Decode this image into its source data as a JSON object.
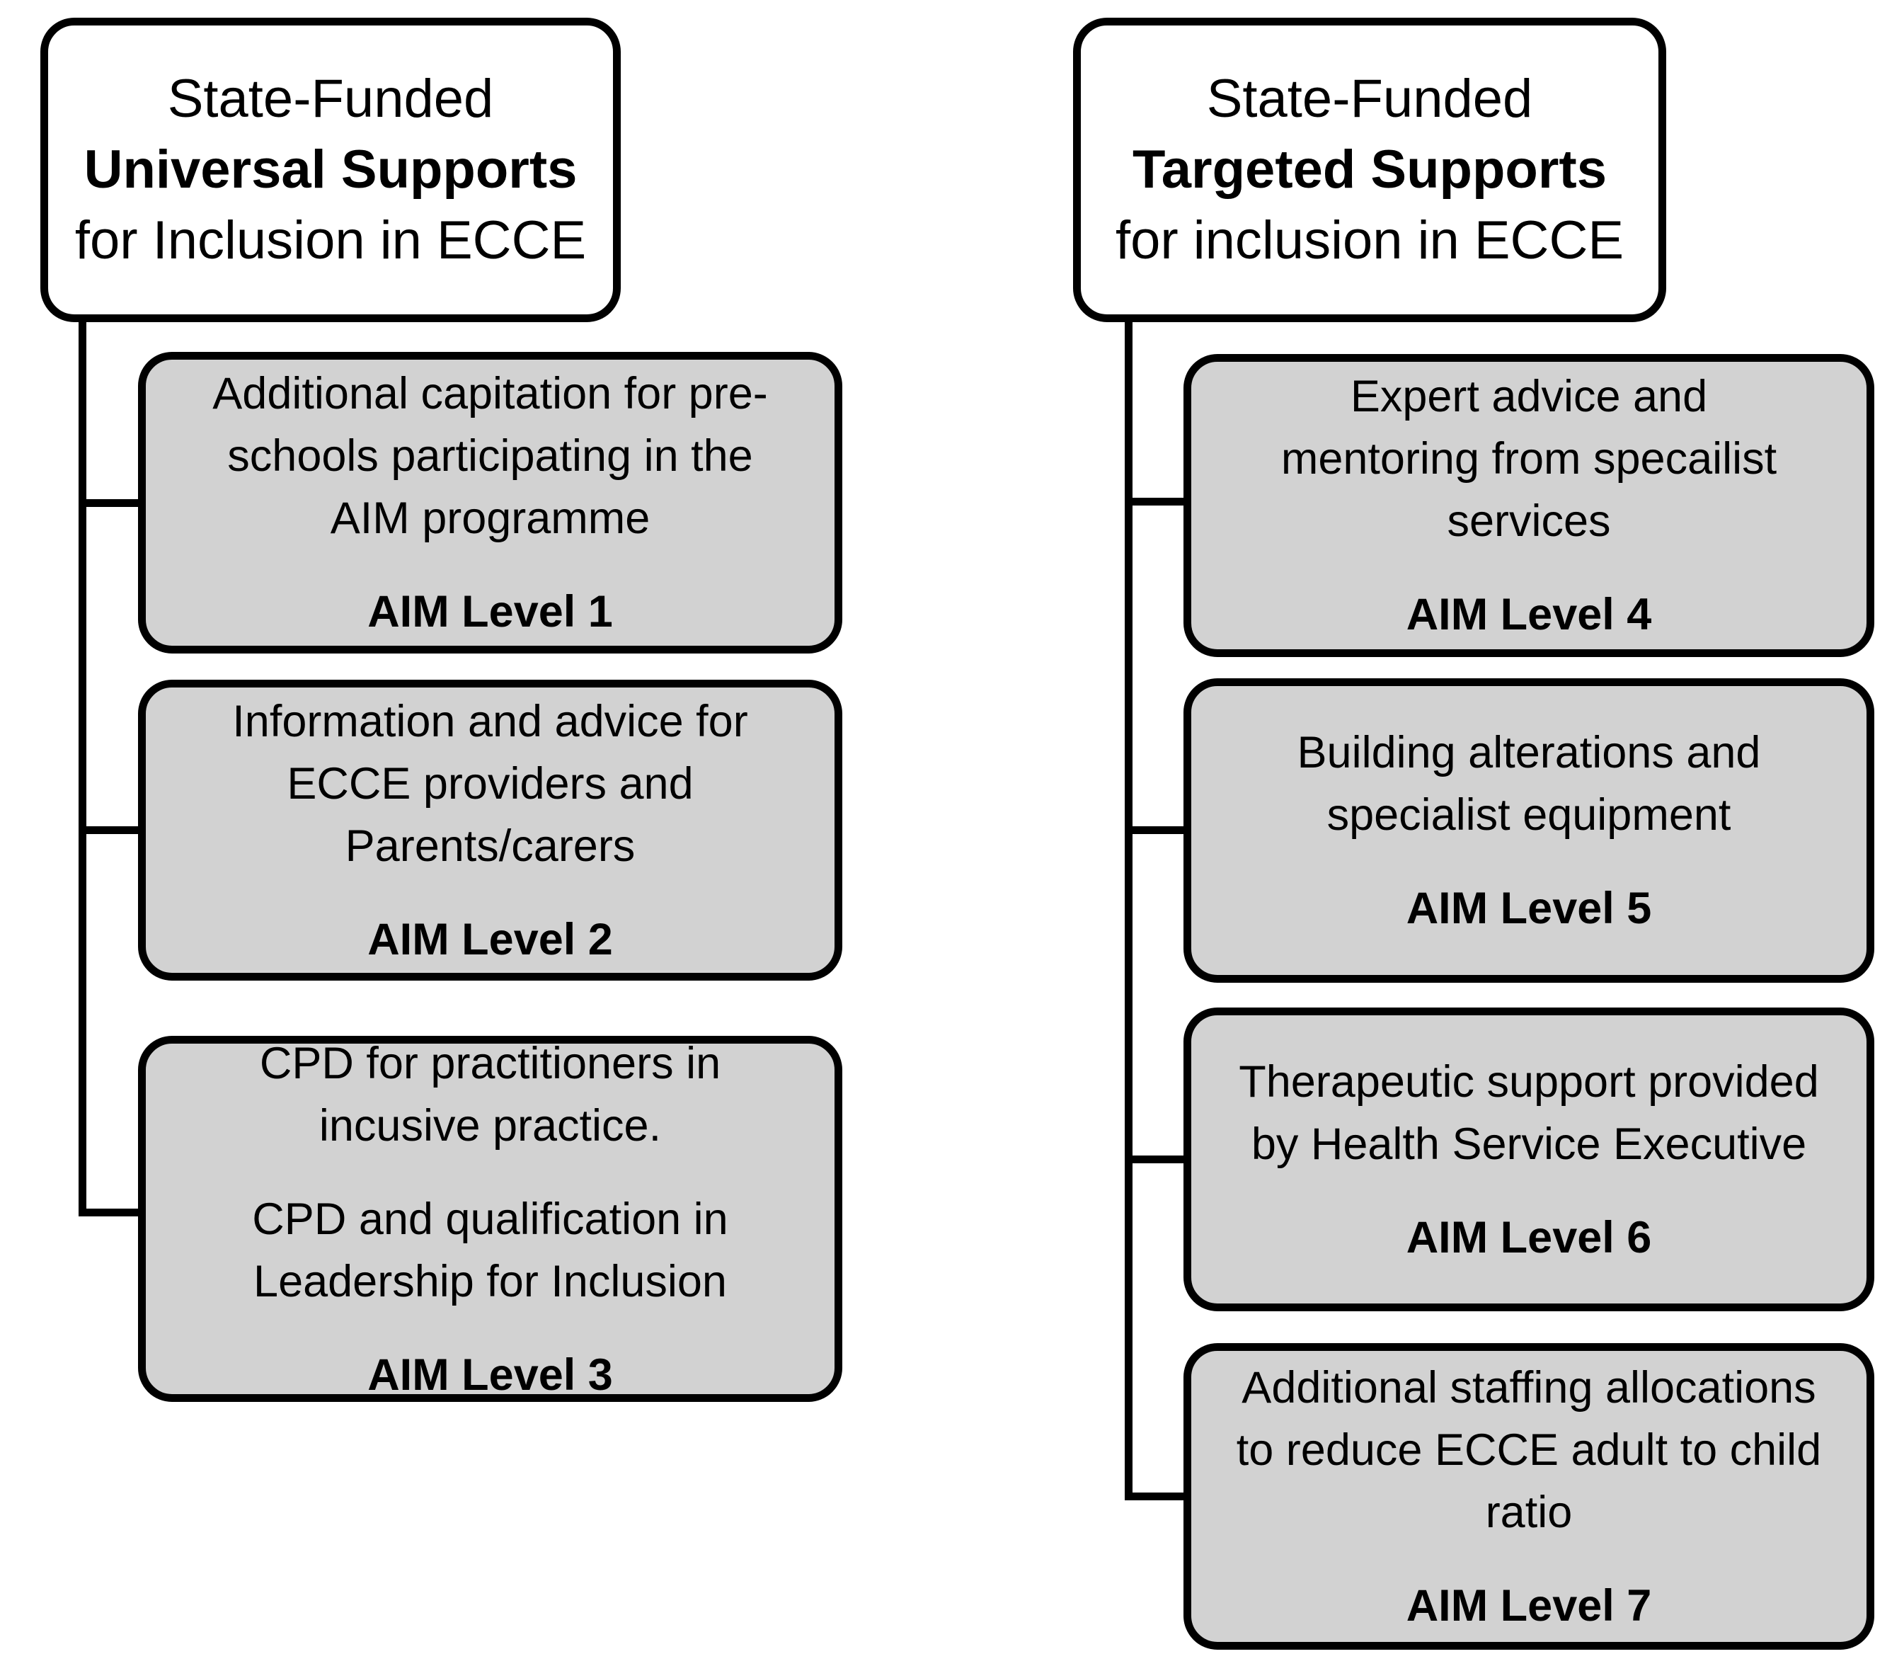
{
  "left": {
    "root": {
      "line1": "State-Funded",
      "line2": "Universal Supports",
      "line3": "for Inclusion in ECCE"
    },
    "children": [
      {
        "text": "Additional capitation for pre-\nschools participating in the\nAIM programme",
        "level": "AIM Level 1"
      },
      {
        "text": "Information and advice for\nECCE providers and\nParents/carers",
        "level": "AIM Level 2"
      },
      {
        "text": "CPD for practitioners in\nincusive practice.",
        "text2": "CPD and qualification in\nLeadership for Inclusion",
        "level": "AIM Level 3"
      }
    ]
  },
  "right": {
    "root": {
      "line1": "State-Funded",
      "line2": "Targeted Supports",
      "line3": "for inclusion in ECCE"
    },
    "children": [
      {
        "text": "Expert advice and\nmentoring from specailist\nservices",
        "level": "AIM Level 4"
      },
      {
        "text": "Building alterations and\nspecialist equipment",
        "level": "AIM Level 5"
      },
      {
        "text": "Therapeutic support provided\nby Health Service Executive",
        "level": "AIM Level 6"
      },
      {
        "text": "Additional staffing allocations\nto reduce ECCE adult to child\nratio",
        "level": "AIM Level 7"
      }
    ]
  },
  "colors": {
    "background": "#ffffff",
    "root_fill": "#ffffff",
    "child_fill": "#d2d2d2",
    "border": "#000000"
  }
}
